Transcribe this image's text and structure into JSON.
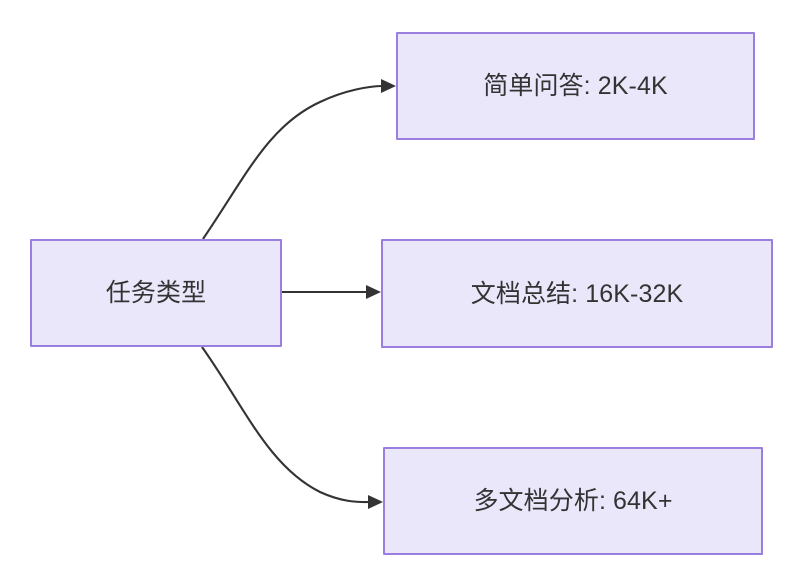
{
  "diagram": {
    "type": "flowchart",
    "direction": "left-to-right",
    "background_color": "#ffffff",
    "node_fill_color": "#ebe7fb",
    "node_border_color": "#9a7ee0",
    "text_color": "#333333",
    "edge_color": "#333333",
    "root": {
      "id": "root",
      "label": "任务类型"
    },
    "children": [
      {
        "id": "child-0",
        "label": "简单问答: 2K-4K",
        "task": "简单问答",
        "context_length": "2K-4K"
      },
      {
        "id": "child-1",
        "label": "文档总结: 16K-32K",
        "task": "文档总结",
        "context_length": "16K-32K"
      },
      {
        "id": "child-2",
        "label": "多文档分析: 64K+",
        "task": "多文档分析",
        "context_length": "64K+"
      }
    ],
    "edges": [
      {
        "id": "edge-0",
        "from": "root",
        "to": "child-0",
        "label": "",
        "style": "curved-arrow"
      },
      {
        "id": "edge-1",
        "from": "root",
        "to": "child-1",
        "label": "",
        "style": "straight-arrow"
      },
      {
        "id": "edge-2",
        "from": "root",
        "to": "child-2",
        "label": "",
        "style": "curved-arrow"
      }
    ]
  }
}
